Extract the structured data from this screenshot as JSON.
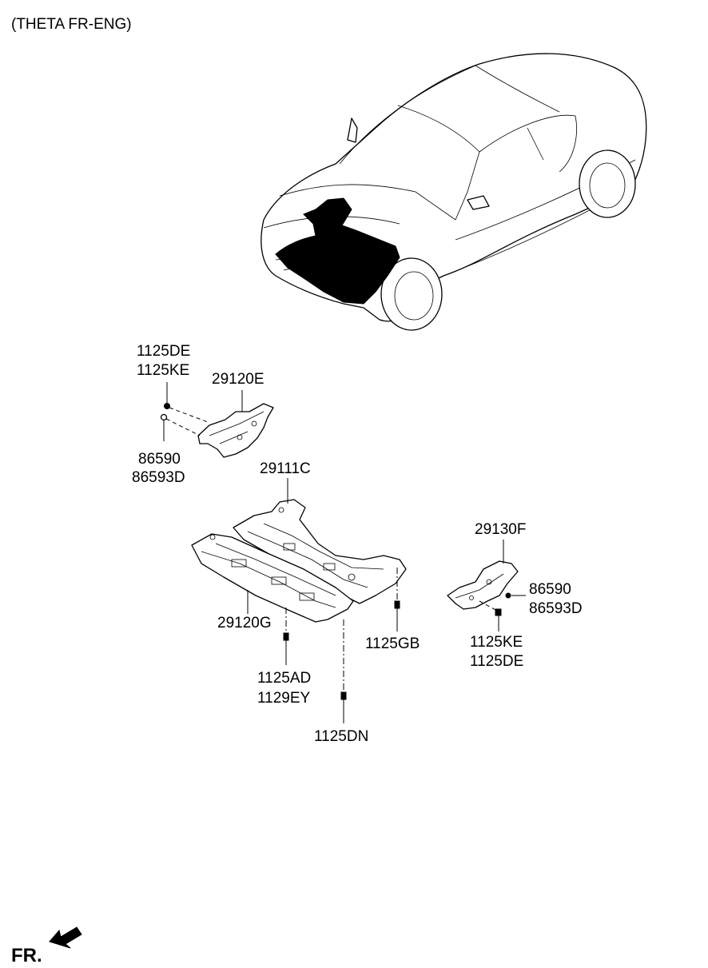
{
  "header": {
    "engine_note": "(THETA FR-ENG)"
  },
  "labels": {
    "bolt_left_top_1": "1125DE",
    "bolt_left_top_2": "1125KE",
    "bracket_left": "29120E",
    "clip_left_1": "86590",
    "clip_left_2": "86593D",
    "center_cover": "29111C",
    "bracket_right": "29130F",
    "clip_right_1": "86590",
    "clip_right_2": "86593D",
    "bolt_right_1": "1125KE",
    "bolt_right_2": "1125DE",
    "front_cover": "29120G",
    "bolt_gb": "1125GB",
    "bolt_center_1": "1125AD",
    "bolt_center_2": "1129EY",
    "bolt_dn": "1125DN"
  },
  "footer": {
    "direction_label": "FR."
  },
  "icons": {
    "front_arrow": "front-direction-arrow-icon"
  }
}
